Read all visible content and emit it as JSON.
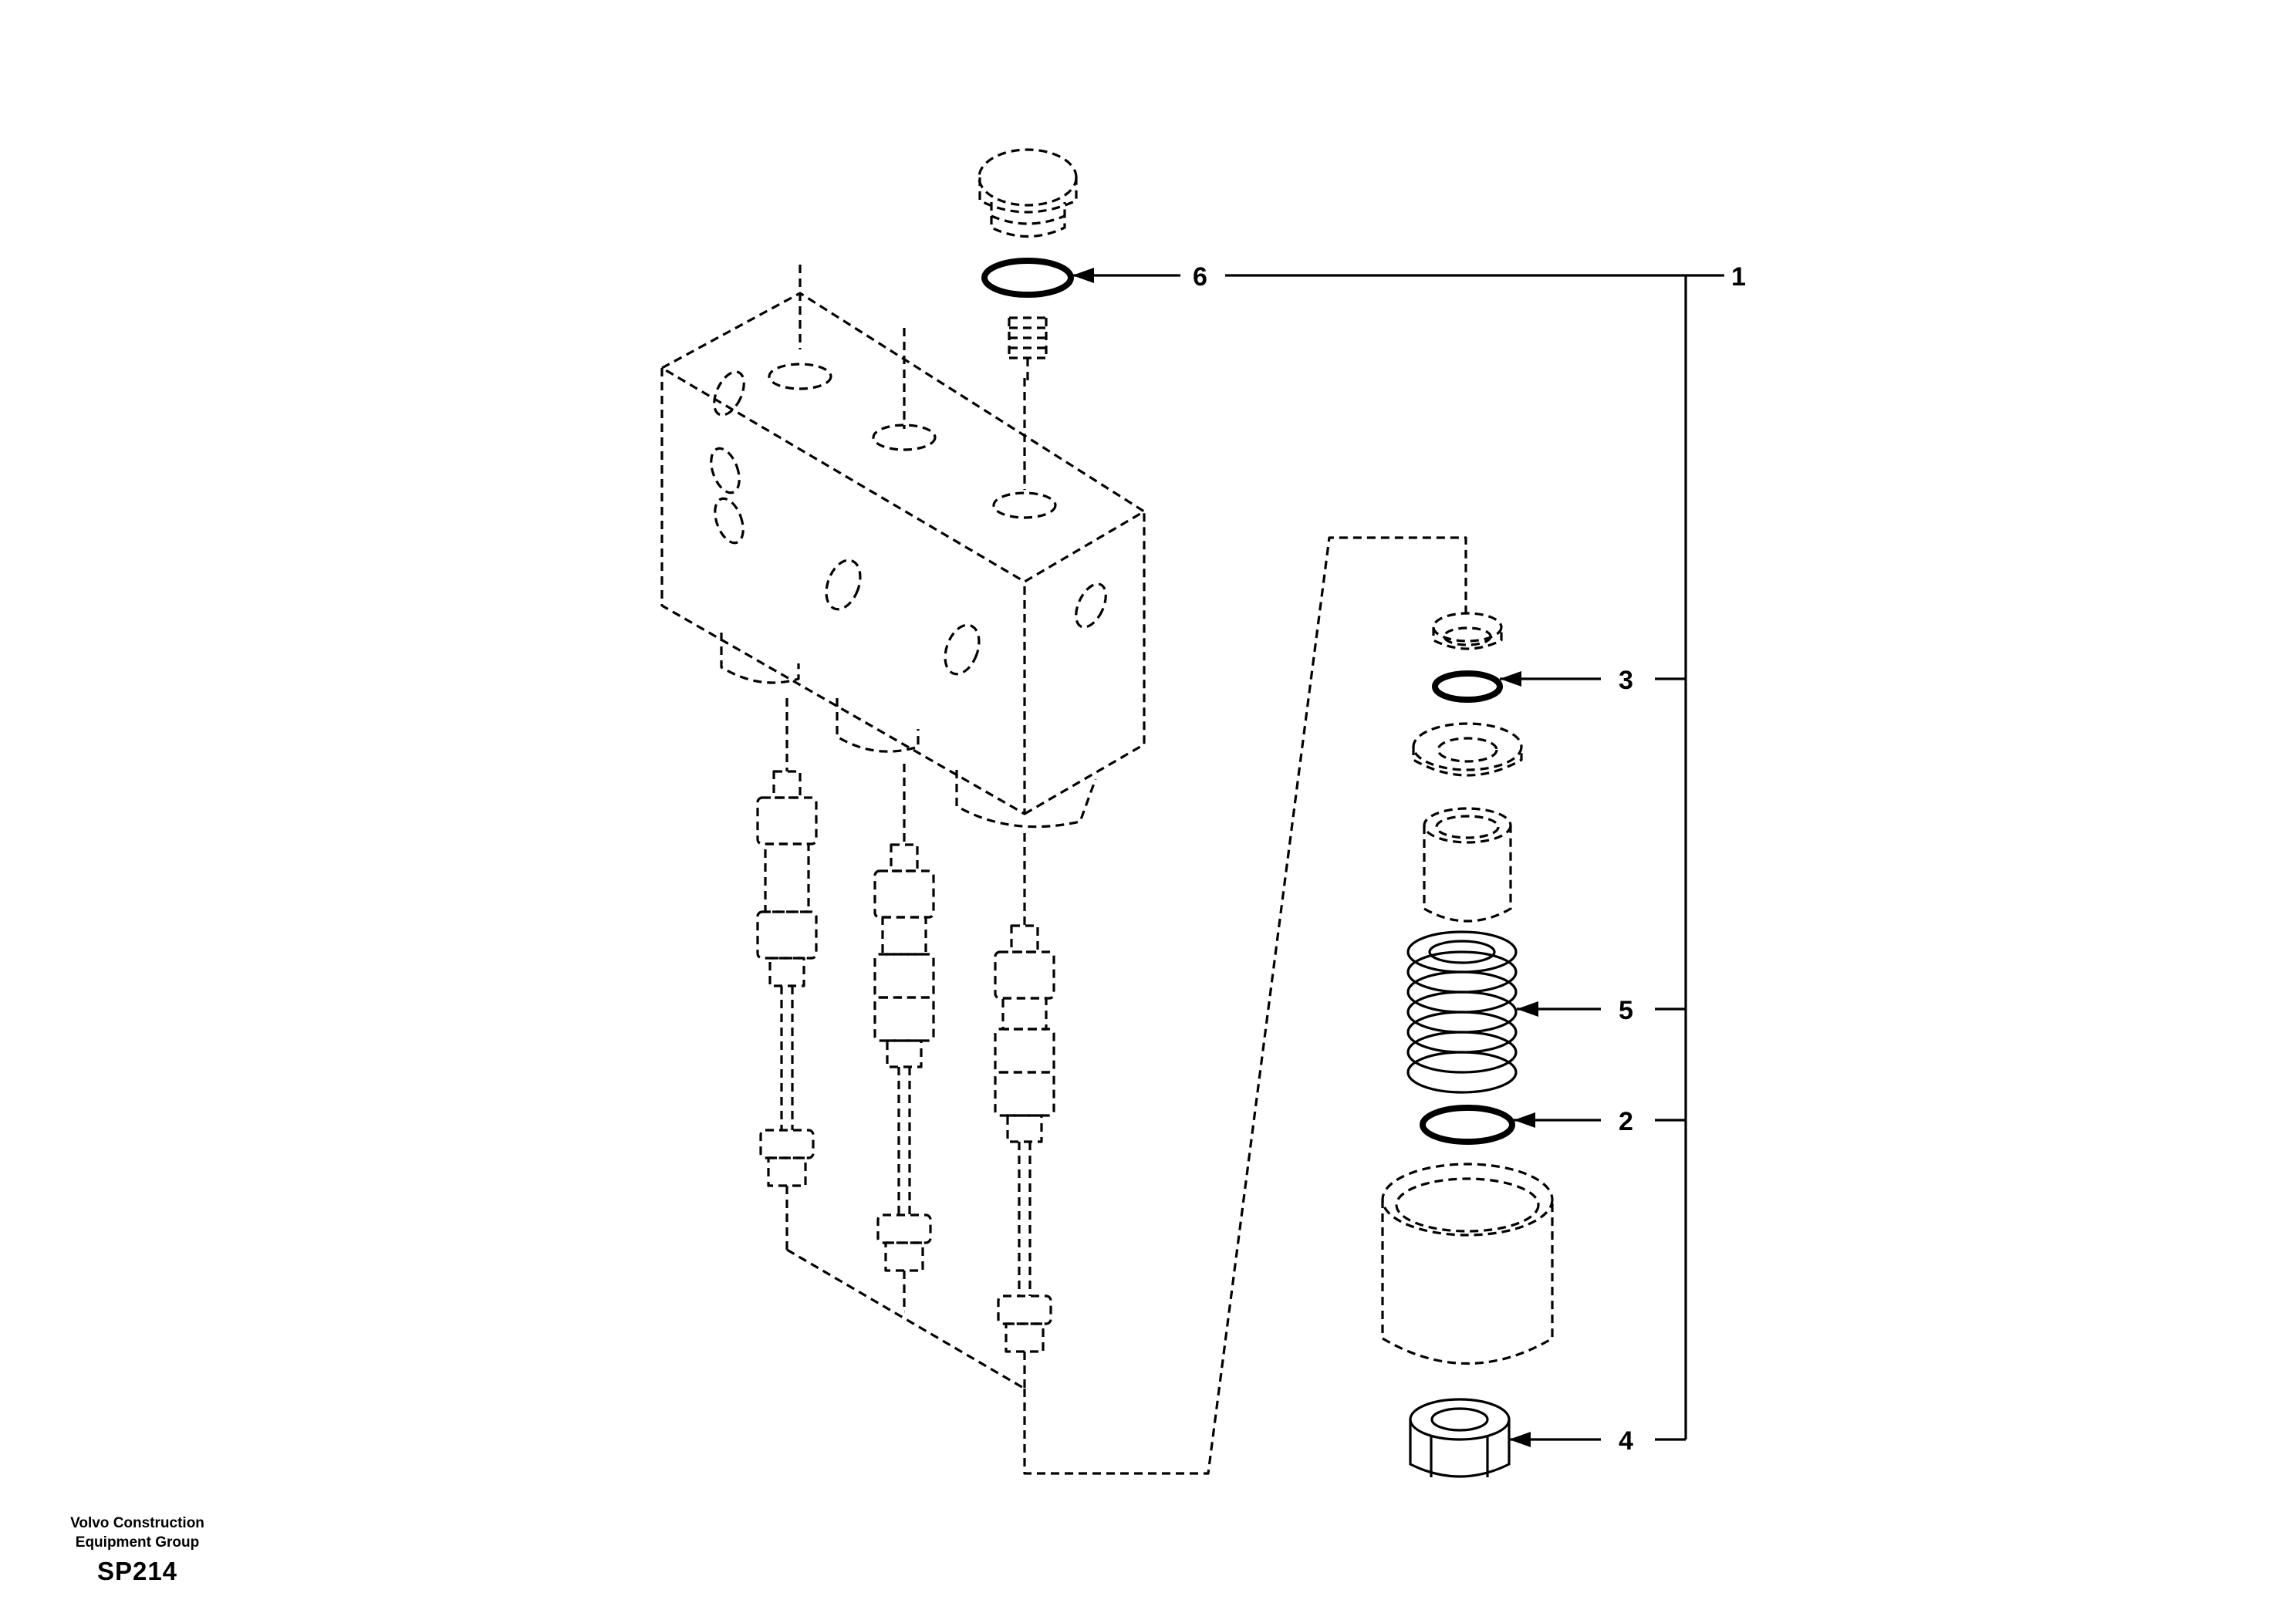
{
  "footer": {
    "company_line1": "Volvo Construction",
    "company_line2": "Equipment Group",
    "sheet_code": "SP214"
  },
  "callouts": {
    "c1": "1",
    "c2": "2",
    "c3": "3",
    "c4": "4",
    "c5": "5",
    "c6": "6"
  }
}
